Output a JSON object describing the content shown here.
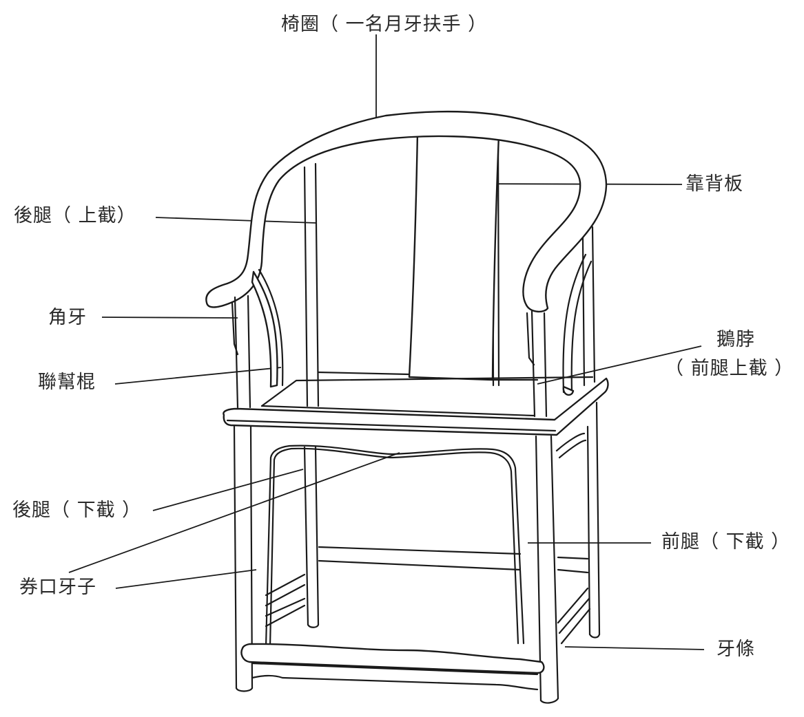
{
  "diagram": {
    "subject": "Chinese horseshoe-back armchair (圈椅) with labeled parts",
    "labels": {
      "chair_ring": "椅圈（ 一名月牙扶手 ）",
      "back_splat": "靠背板",
      "rear_leg_upper": "後腿（ 上截）",
      "corner_spandrel": "角牙",
      "connecting_post": "聯幫棍",
      "goose_neck_line1": "鵝脖",
      "goose_neck_line2": "（ 前腿上截 ）",
      "rear_leg_lower": "後腿（ 下截 ）",
      "arched_apron": "券口牙子",
      "front_leg_lower": "前腿（ 下截 ）",
      "apron_strip": "牙條"
    }
  },
  "colors": {
    "line": "#1a1a1a",
    "text": "#2a2a2a",
    "background": "#ffffff"
  }
}
